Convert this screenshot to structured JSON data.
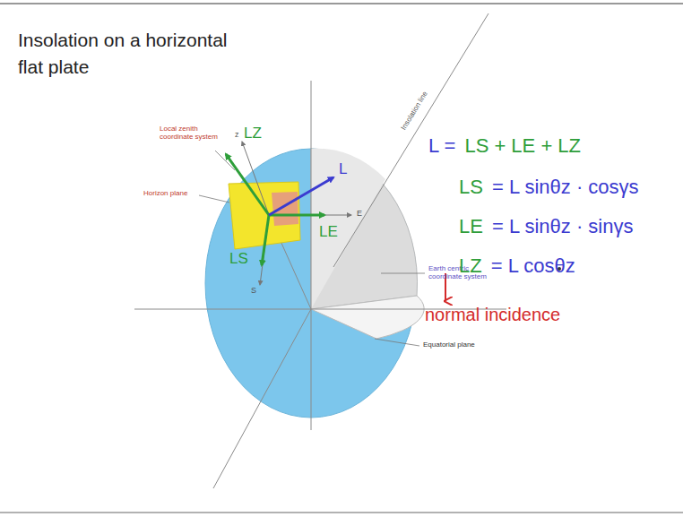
{
  "diagram": {
    "title": "Insolation on a horizontal flat plate",
    "labels": [
      "Local zenith coordinate system",
      "Horizon plane",
      "Insolation line",
      "Earth centric coordinate system",
      "Equatorial plane",
      "z",
      "E",
      "S",
      "LZ",
      "LE",
      "LS",
      "L",
      "L =",
      "LS + LE + LZ",
      "LS",
      "= L sinθz · cosγs",
      "LE",
      "= L sinθz · sinγs",
      "LZ",
      "= L cosθz",
      "normal incidence"
    ]
  }
}
